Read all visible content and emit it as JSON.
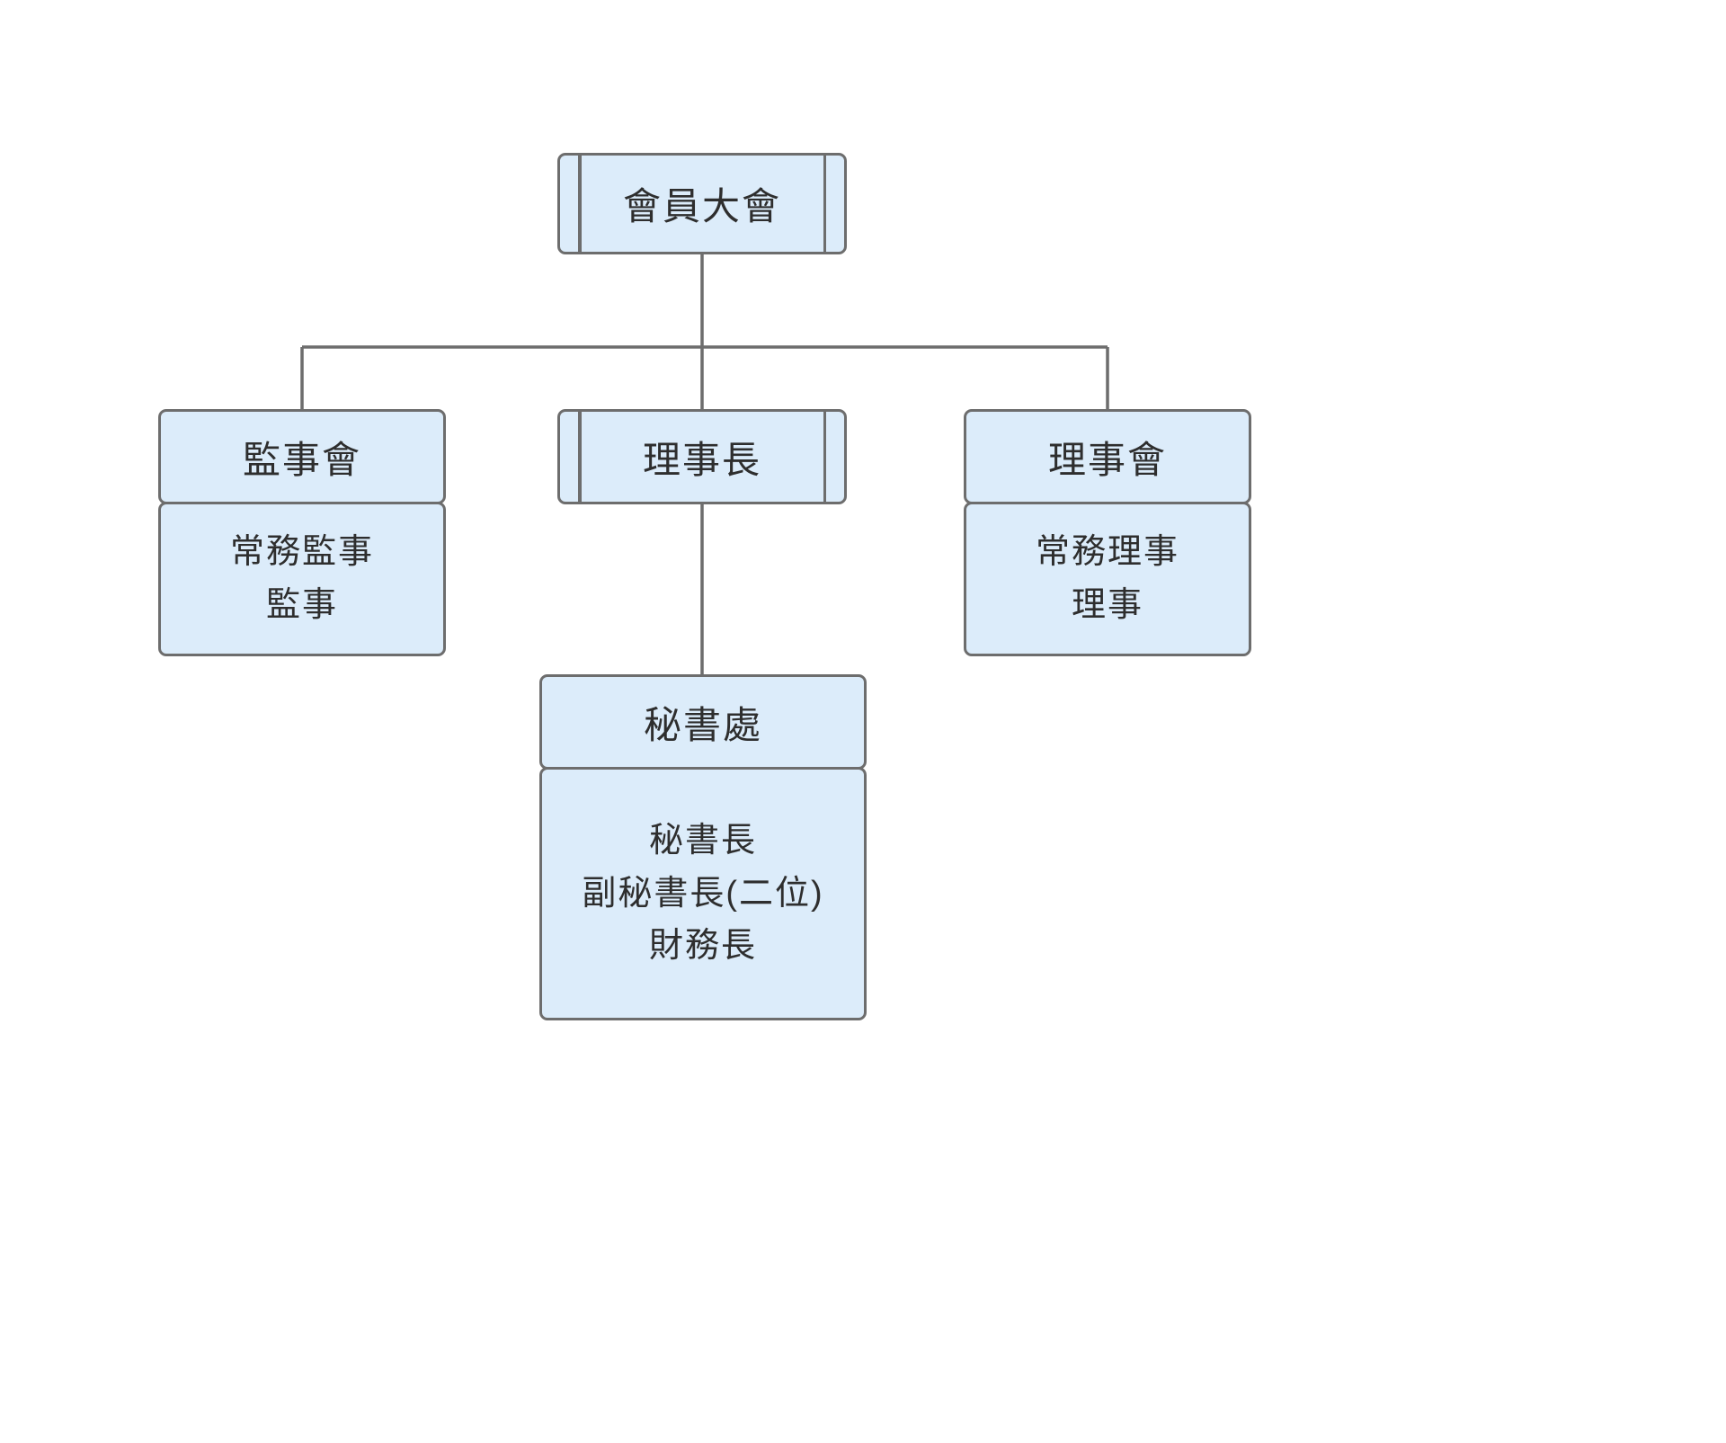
{
  "colors": {
    "background": "#ffffff",
    "box_fill": "#dcecfa",
    "box_border": "#6d6d6d",
    "text": "#2e2e2e"
  },
  "nodes": {
    "assembly": {
      "label": "會員大會"
    },
    "supervisors": {
      "title": "監事會",
      "members": [
        "常務監事",
        "監事"
      ]
    },
    "chairman": {
      "label": "理事長"
    },
    "directors": {
      "title": "理事會",
      "members": [
        "常務理事",
        "理事"
      ]
    },
    "secretariat": {
      "title": "秘書處",
      "members": [
        "秘書長",
        "副秘書長(二位)",
        "財務長"
      ]
    }
  }
}
